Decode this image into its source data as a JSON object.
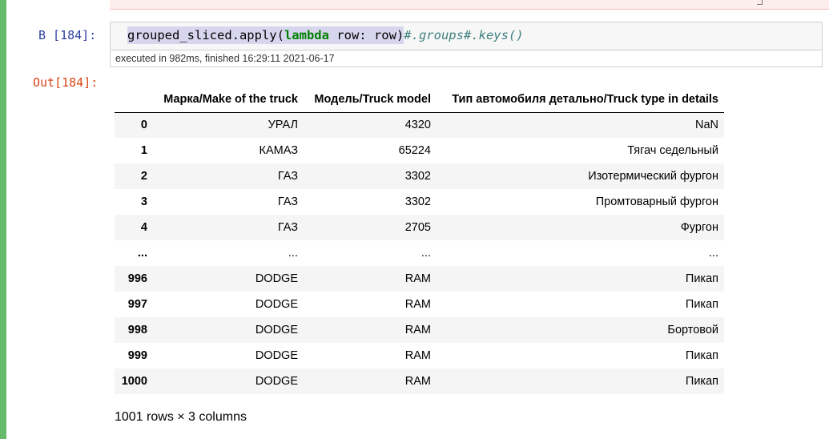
{
  "cell": {
    "in_prompt": "В [184]:",
    "code": {
      "part1": "grouped_sliced.apply(",
      "keyword": "lambda",
      "part2": " row: row)",
      "comment": "#.groups#.keys()"
    },
    "exec_info": "executed in 982ms, finished 16:29:11 2021-06-17",
    "out_prompt": "Out[184]:"
  },
  "table": {
    "columns": [
      "Марка/Make of the truck",
      "Модель/Truck model",
      "Тип автомобиля детально/Truck type in details"
    ],
    "rows": [
      {
        "index": "0",
        "make": "УРАЛ",
        "model": "4320",
        "type": "NaN"
      },
      {
        "index": "1",
        "make": "КАМАЗ",
        "model": "65224",
        "type": "Тягач седельный"
      },
      {
        "index": "2",
        "make": "ГАЗ",
        "model": "3302",
        "type": "Изотермический фургон"
      },
      {
        "index": "3",
        "make": "ГАЗ",
        "model": "3302",
        "type": "Промтоварный фургон"
      },
      {
        "index": "4",
        "make": "ГАЗ",
        "model": "2705",
        "type": "Фургон"
      },
      {
        "index": "...",
        "make": "...",
        "model": "...",
        "type": "..."
      },
      {
        "index": "996",
        "make": "DODGE",
        "model": "RAM",
        "type": "Пикап"
      },
      {
        "index": "997",
        "make": "DODGE",
        "model": "RAM",
        "type": "Пикап"
      },
      {
        "index": "998",
        "make": "DODGE",
        "model": "RAM",
        "type": "Бортовой"
      },
      {
        "index": "999",
        "make": "DODGE",
        "model": "RAM",
        "type": "Пикап"
      },
      {
        "index": "1000",
        "make": "DODGE",
        "model": "RAM",
        "type": "Пикап"
      }
    ],
    "summary": "1001 rows × 3 columns"
  },
  "colors": {
    "cell_selected_bar": "#66bb6a",
    "in_prompt": "#303f9f",
    "out_prompt": "#d84315",
    "keyword": "#008000",
    "comment": "#408080",
    "error_background": "#fdeeee"
  }
}
